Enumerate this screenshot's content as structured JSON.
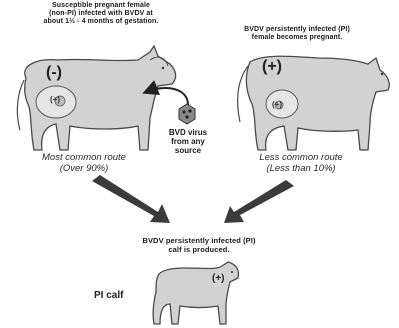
{
  "left_panel": {
    "caption_lines": [
      "Susceptible pregnant female",
      "(non-PI) infected with BVDV at",
      "about 1½ - 4 months of gestation."
    ],
    "cow_sign": "(-)",
    "fetus_sign": "(+)",
    "route_lines": [
      "Most common route",
      "(Over 90%)"
    ]
  },
  "right_panel": {
    "caption_lines": [
      "BVDV persistently infected (PI)",
      "female becomes pregnant."
    ],
    "cow_sign": "(+)",
    "fetus_sign": "(+)",
    "route_lines": [
      "Less common route",
      "(Less than 10%)"
    ]
  },
  "virus": {
    "label_lines": [
      "BVD virus",
      "from any",
      "source"
    ]
  },
  "result": {
    "caption_lines": [
      "BVDV persistently infected (PI)",
      "calf is produced."
    ],
    "calf_sign": "(+)",
    "calf_label": "PI calf"
  },
  "colors": {
    "cow_fill": "#d2d2d2",
    "outline": "#4a4a4a",
    "arrow": "#3b3b3b"
  }
}
